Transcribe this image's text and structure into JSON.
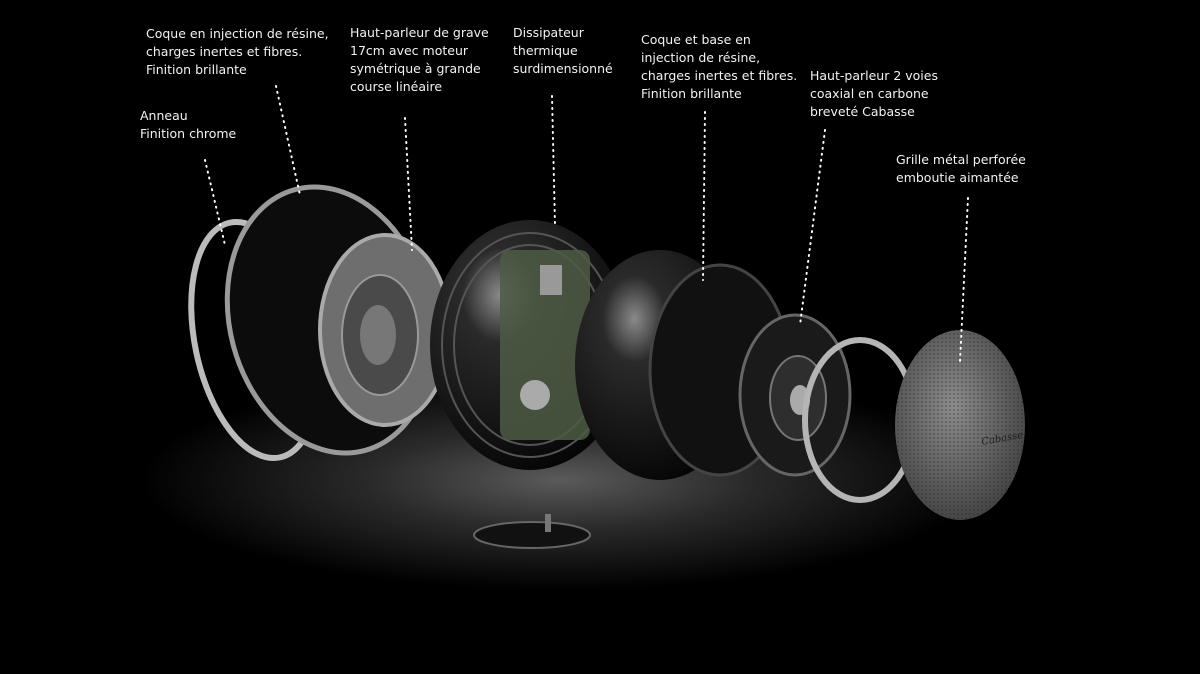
{
  "labels": {
    "anneau": [
      "Anneau",
      "Finition chrome"
    ],
    "coque": [
      "Coque en injection de résine,",
      "charges inertes et fibres.",
      "Finition brillante"
    ],
    "grave": [
      "Haut-parleur de grave",
      "17cm avec moteur",
      "symétrique à grande",
      "course linéaire"
    ],
    "dissipateur": [
      "Dissipateur",
      "thermique",
      "surdimensionné"
    ],
    "coque_base": [
      "Coque et base en",
      "injection de résine,",
      "charges inertes et fibres.",
      "Finition brillante"
    ],
    "coaxial": [
      "Haut-parleur 2 voies",
      "coaxial en carbone",
      "breveté Cabasse"
    ],
    "grille": [
      "Grille métal perforée",
      "emboutie aimantée"
    ]
  },
  "logo_text": "Cabasse",
  "colors": {
    "background": "#000000",
    "text": "#f2f2f2"
  }
}
